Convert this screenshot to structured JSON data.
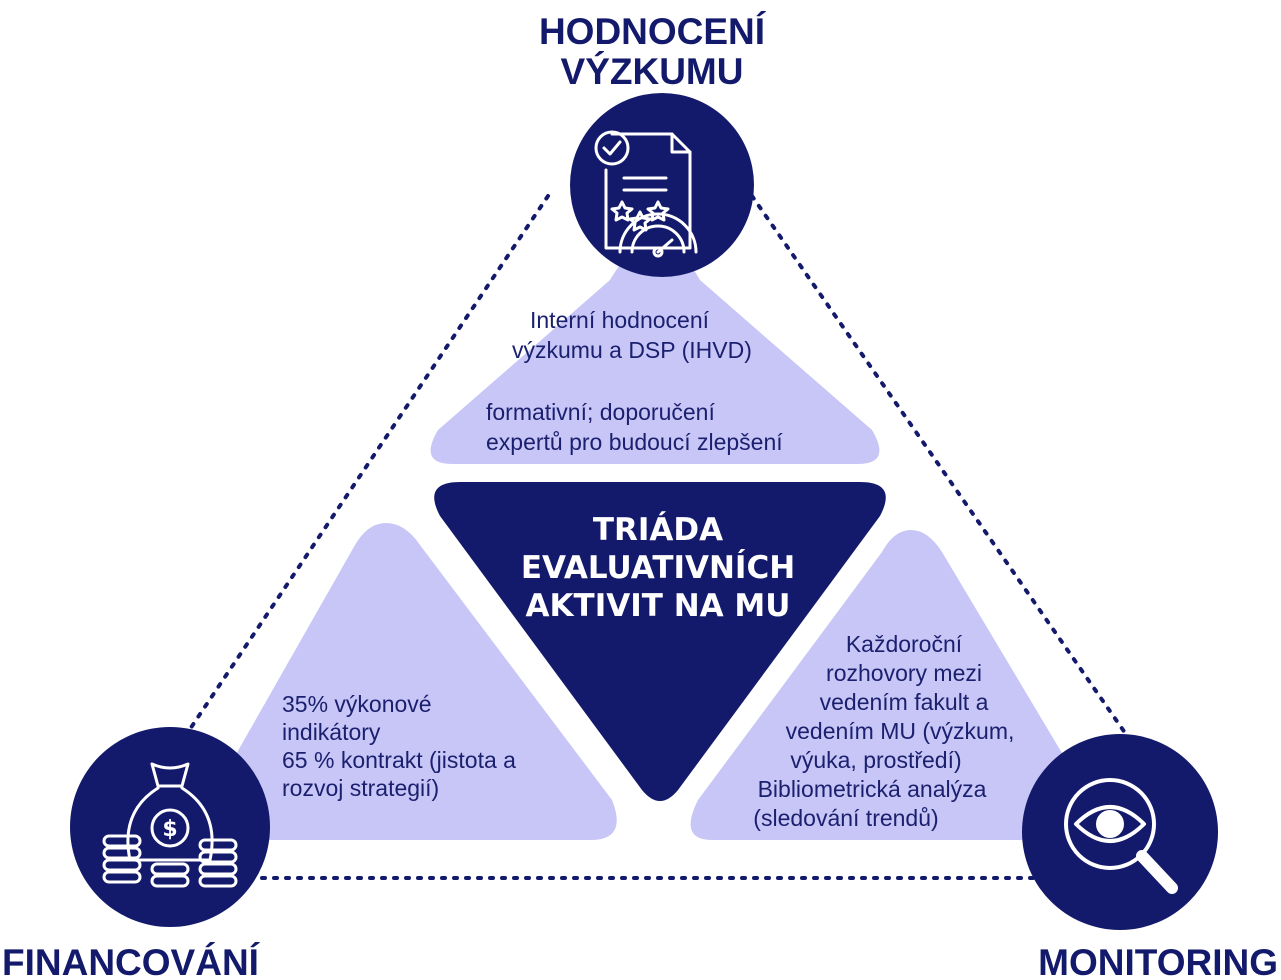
{
  "colors": {
    "navy": "#141a6b",
    "lavender": "#c7c6f7",
    "white": "#ffffff",
    "text_dark": "#1a1f6e"
  },
  "labels": {
    "top_line1": "HODNOCENÍ",
    "top_line2": "VÝZKUMU",
    "bottom_left": "FINANCOVÁNÍ",
    "bottom_right": "MONITORING"
  },
  "center": {
    "line1": "TRIÁDA",
    "line2": "EVALUATIVNÍCH",
    "line3": "AKTIVIT NA MU"
  },
  "top_panel": {
    "line1": "Interní hodnocení",
    "line2": "výzkumu a DSP (IHVD)",
    "line3": "formativní; doporučení",
    "line4": "expertů pro budoucí zlepšení"
  },
  "left_panel": {
    "line1": "35% výkonové",
    "line2": "indikátory",
    "line3": "65 % kontrakt (jistota a",
    "line4": "rozvoj strategií)"
  },
  "right_panel": {
    "line1": "Každoroční",
    "line2": "rozhovory mezi",
    "line3": "vedením fakult a",
    "line4": "vedením MU (výzkum,",
    "line5": "výuka, prostředí)",
    "line6": "Bibliometrická analýza",
    "line7": "(sledování trendů)"
  },
  "icons": {
    "top": "rated-document-icon",
    "bottom_left": "money-bag-coins-icon",
    "bottom_right": "eye-magnifier-icon"
  }
}
